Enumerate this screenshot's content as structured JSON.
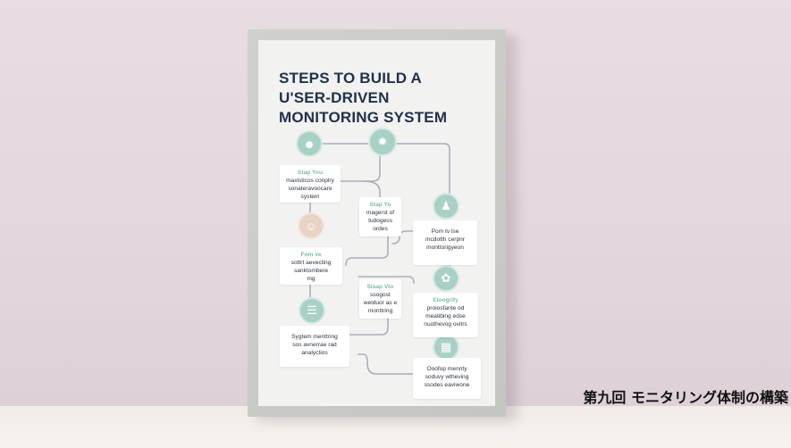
{
  "poster": {
    "title_lines": [
      "STEPS TO BUILD A",
      "U'SER-DRIVEN",
      "MONITORING SYSTEM"
    ],
    "cards": [
      {
        "heading": "Stap You",
        "lines": [
          "maxlsticos conplry",
          "sonateravoocare",
          "system"
        ]
      },
      {
        "heading": "Stap Yo",
        "lines": [
          "magerst of",
          "tudogess",
          "ordes"
        ]
      },
      {
        "heading": "Fom ve",
        "lines": [
          "sottrt aevecting",
          "sanktombere",
          "mg"
        ]
      },
      {
        "heading": "",
        "lines": [
          "Pom tv lse",
          "mcdotth cerpnr",
          "monttorigyeon"
        ]
      },
      {
        "heading": "Sisap Vto",
        "lines": [
          "ssogost",
          "welduor as e",
          "monttring"
        ]
      },
      {
        "heading": "Eloogrify",
        "lines": [
          "proiosfante od",
          "meatibing edse",
          "nuothevog ovitrs"
        ]
      },
      {
        "heading": "",
        "lines": [
          "Sygtem menttring",
          "sos avnerrae rad",
          "analyctios"
        ]
      },
      {
        "heading": "",
        "lines": [
          "Ooofop mennty",
          "soduvy wtheving",
          "ssodes eaviwone"
        ]
      }
    ],
    "icons": [
      "person-icon",
      "gear-icon",
      "face-icon",
      "people-icon",
      "spiral-icon",
      "chat-icon",
      "chart-icon"
    ]
  },
  "caption": "第九回 モニタリング体制の構築",
  "colors": {
    "wall": "#e4d8df",
    "frame": "#c9cbc7",
    "title": "#22314a",
    "accent": "#a9d0c7",
    "peach": "#ead3c5"
  }
}
